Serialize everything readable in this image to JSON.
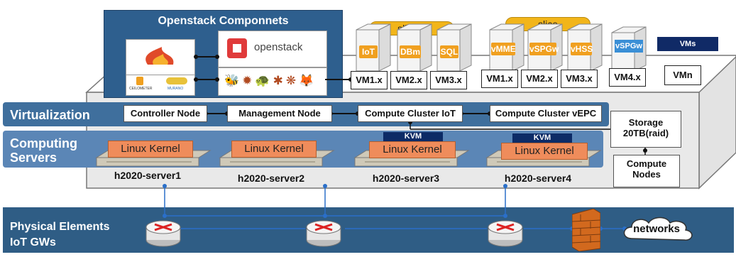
{
  "openstack": {
    "title": "Openstack Componnets",
    "brand": "openstack",
    "mini_labels": [
      "CEILOMETER",
      "MURANO"
    ]
  },
  "slices": [
    "slice 1",
    "slice"
  ],
  "vms": [
    {
      "tag": "IoT",
      "label": "VM1.x"
    },
    {
      "tag": "DBm",
      "label": "VM2.x"
    },
    {
      "tag": "SQL",
      "label": "VM3.x"
    },
    {
      "tag": "vMME",
      "label": "VM1.x"
    },
    {
      "tag": "vSPGw",
      "label": "VM2.x"
    },
    {
      "tag": "vHSS",
      "label": "VM3.x"
    },
    {
      "tag": "vSPGw",
      "label": "VM4.x"
    },
    {
      "tag": "VMs",
      "label": "VMn"
    }
  ],
  "virtualization": {
    "title": "Virtualization",
    "nodes": [
      "Controller Node",
      "Management Node",
      "Compute Cluster IoT",
      "Compute Cluster vEPC"
    ]
  },
  "computing": {
    "title_line1": "Computing",
    "title_line2": "Servers",
    "kernel_label": "Linux Kernel",
    "kvm_label": "KVM",
    "servers": [
      "h2020-server1",
      "h2020-server2",
      "h2020-server3",
      "h2020-server4"
    ]
  },
  "storage": {
    "line1": "Storage",
    "line2": "20TB(raid)"
  },
  "compute_nodes": {
    "line1": "Compute",
    "line2": "Nodes"
  },
  "physical": {
    "title_line1": "Physical Elements",
    "title_line2": "IoT GWs",
    "networks_label": "networks"
  },
  "colors": {
    "bar_blue": "#3f6f9d",
    "openstack_blue": "#2e5f8e",
    "kernel_orange": "#ef8c5b",
    "slice_yellow": "#f2b51a",
    "vm_tag_orange": "#f0a020",
    "kvm_navy": "#0d2b66",
    "link_blue": "#2a6fc9"
  }
}
